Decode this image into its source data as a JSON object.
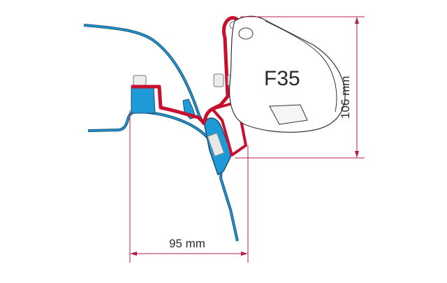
{
  "diagram": {
    "type": "technical-mounting-drawing",
    "awning_label": "F35",
    "dimensions": {
      "height": {
        "value": 106,
        "unit": "mm",
        "label": "106 mm"
      },
      "width": {
        "value": 95,
        "unit": "mm",
        "label": "95 mm"
      }
    },
    "parts": [
      {
        "name": "awning-housing",
        "color": "#ffffff"
      },
      {
        "name": "adapter-bracket",
        "color": "#c8102e"
      },
      {
        "name": "vehicle-roof-rail",
        "color": "#1e9ad6"
      },
      {
        "name": "vehicle-body-outline",
        "color": "#1b5f8a"
      }
    ],
    "colors": {
      "dimension_line": "#b0204a",
      "bracket_red": "#c8102e",
      "rail_blue": "#1e9ad6",
      "outline_dark": "#1b4f72",
      "text": "#2a2a2a"
    }
  }
}
